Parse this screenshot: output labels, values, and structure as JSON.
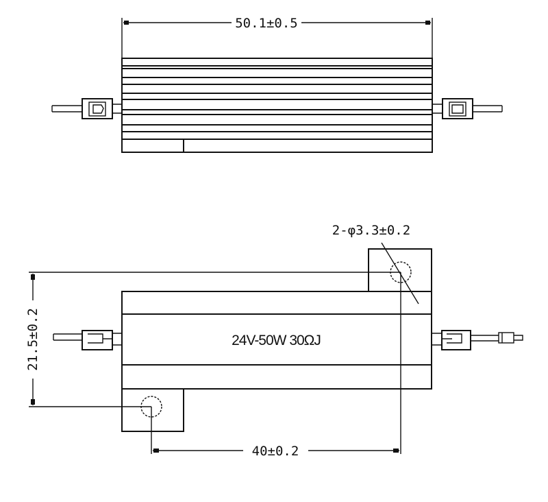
{
  "top_view": {
    "length_dimension": "50.1±0.5"
  },
  "bottom_view": {
    "hole_dimension": "2-φ3.3±0.2",
    "height_dimension": "21.5±0.2",
    "hole_spacing_dimension": "40±0.2",
    "body_label": "24V-50W 30ΩJ"
  }
}
